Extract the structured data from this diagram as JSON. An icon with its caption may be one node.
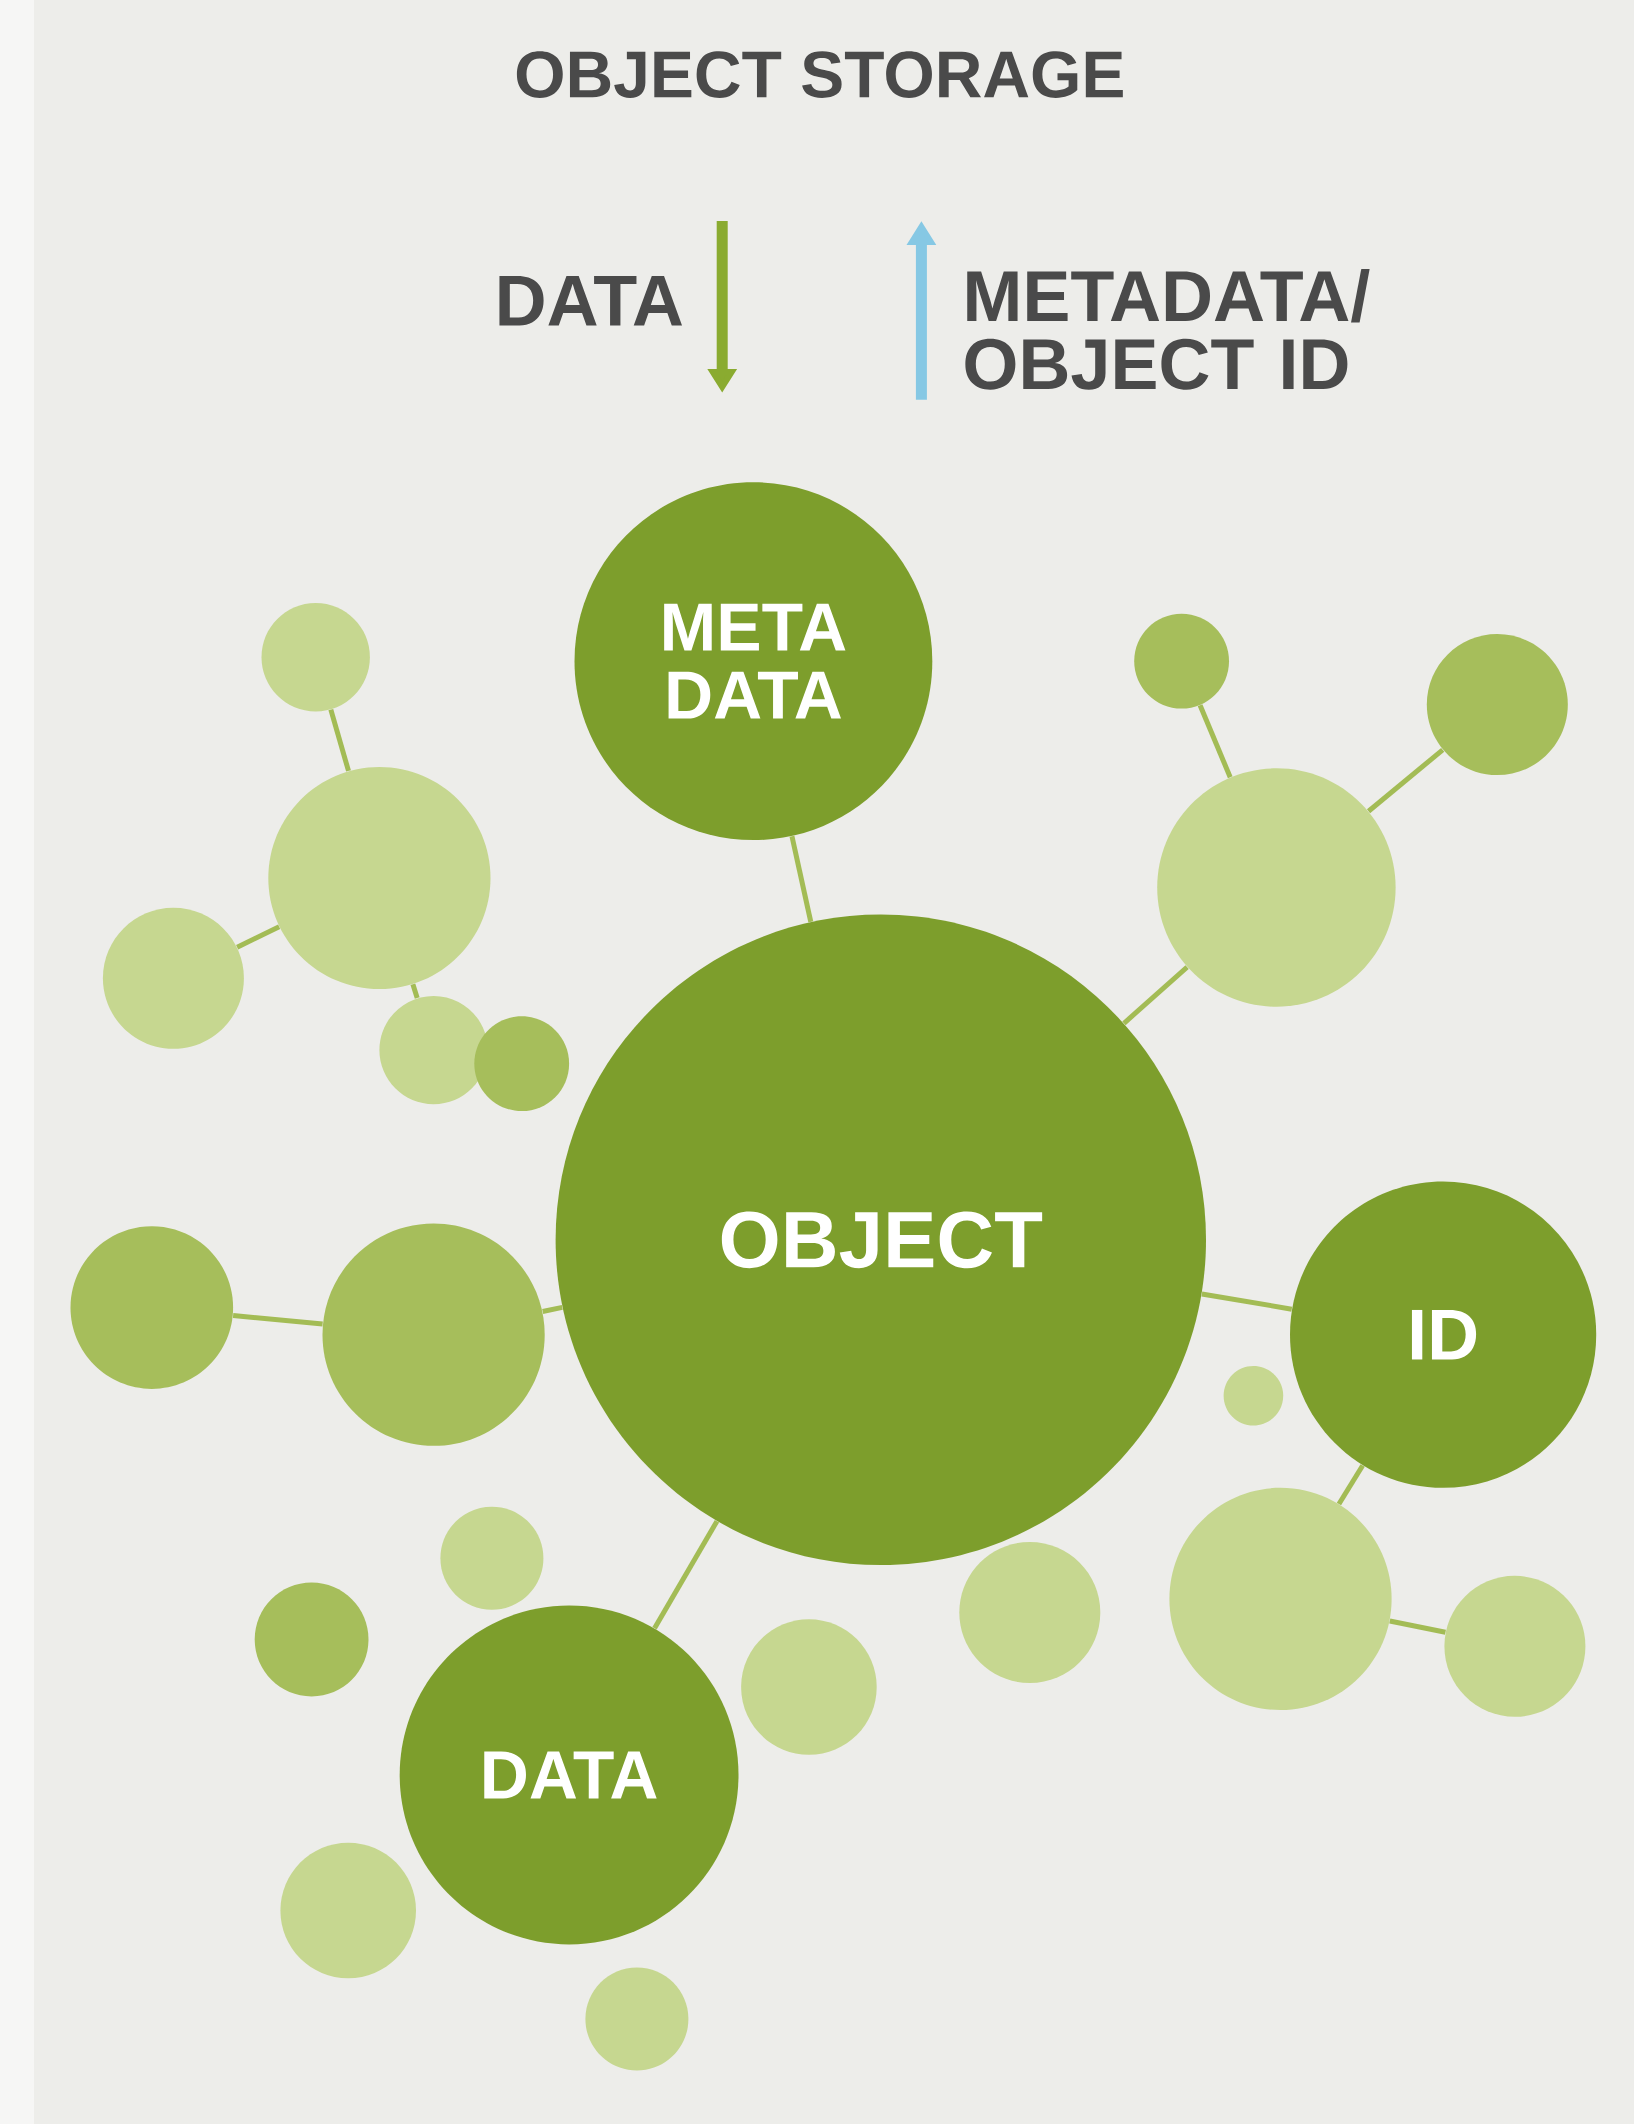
{
  "diagram": {
    "title": "OBJECT STORAGE",
    "nodes": [
      {
        "text": [
          "META DATA"
        ]
      },
      {
        "text": [],
        "shape": "circle"
      },
      {
        "text": [],
        "shape": "circle"
      },
      {
        "text": [],
        "shape": "circle"
      },
      {
        "text": [],
        "shape": "circle"
      },
      {
        "text": [],
        "shape": "circle"
      },
      {
        "text": [],
        "shape": "circle"
      },
      {
        "text": [],
        "shape": "circle"
      },
      {
        "text": [],
        "shape": "circle"
      },
      {
        "text": [
          "OBJECT"
        ]
      },
      {
        "text": [],
        "shape": "circle"
      },
      {
        "text": [],
        "shape": "circle"
      },
      {
        "text": [
          "ID"
        ]
      },
      {
        "text": [],
        "shape": "circle"
      },
      {
        "text": [],
        "shape": "circle"
      },
      {
        "text": [],
        "shape": "circle"
      },
      {
        "text": [],
        "shape": "circle"
      },
      {
        "text": [],
        "shape": "circle"
      },
      {
        "text": [],
        "shape": "circle"
      },
      {
        "text": [],
        "shape": "circle"
      },
      {
        "text": [
          "DATA"
        ]
      },
      {
        "text": [],
        "shape": "circle"
      },
      {
        "text": [],
        "shape": "circle"
      }
    ],
    "edges": [
      {
        "from": 9,
        "to": 0,
        "arrow": "none"
      },
      {
        "from": 9,
        "to": 12,
        "arrow": "none"
      },
      {
        "from": 9,
        "to": 20,
        "arrow": "none"
      },
      {
        "from": 2,
        "to": 4,
        "arrow": "none"
      },
      {
        "from": 4,
        "to": 6,
        "arrow": "none"
      },
      {
        "from": 4,
        "to": 7,
        "arrow": "none"
      },
      {
        "from": 10,
        "to": 11,
        "arrow": "none"
      },
      {
        "from": 11,
        "to": 9,
        "arrow": "none"
      },
      {
        "from": 5,
        "to": 1,
        "arrow": "none"
      },
      {
        "from": 5,
        "to": 3,
        "arrow": "none"
      },
      {
        "from": 5,
        "to": 9,
        "arrow": "none"
      },
      {
        "from": 15,
        "to": 18,
        "arrow": "none"
      },
      {
        "from": 12,
        "to": 15,
        "arrow": "none"
      }
    ],
    "labels": [
      "DATA",
      "METADATA/ OBJECT ID"
    ]
  }
}
